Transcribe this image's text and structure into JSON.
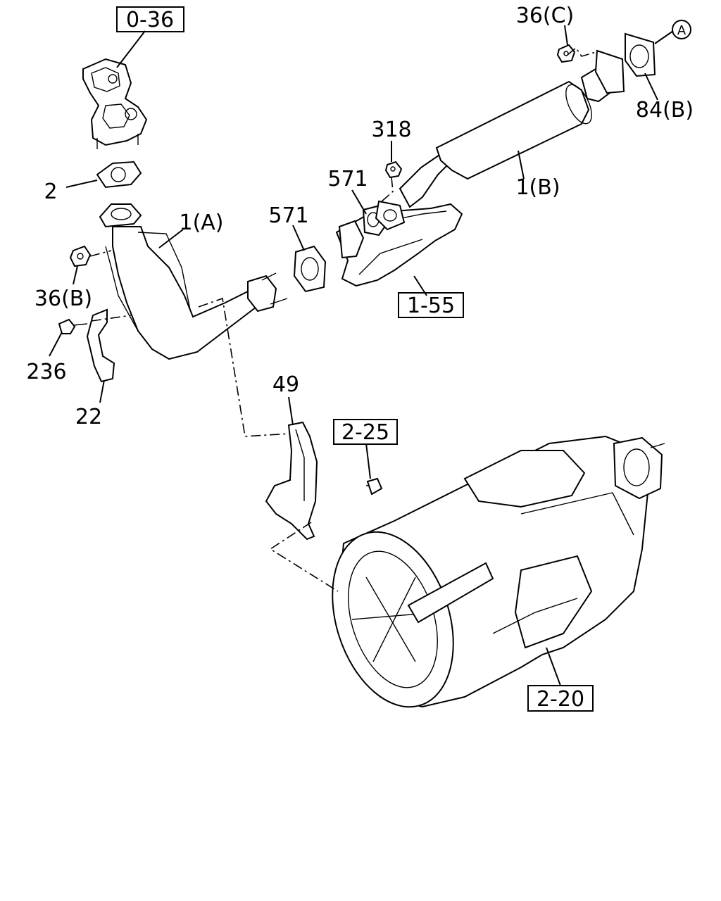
{
  "references": {
    "ref_0_36": "0-36",
    "ref_1_55": "1-55",
    "ref_2_25": "2-25",
    "ref_2_20": "2-20"
  },
  "callouts": {
    "c_36c": "36(C)",
    "c_a": "A",
    "c_84b": "84(B)",
    "c_318": "318",
    "c_571_upper": "571",
    "c_1b": "1(B)",
    "c_2": "2",
    "c_1a": "1(A)",
    "c_571_lower": "571",
    "c_36b": "36(B)",
    "c_236": "236",
    "c_22": "22",
    "c_49": "49"
  }
}
